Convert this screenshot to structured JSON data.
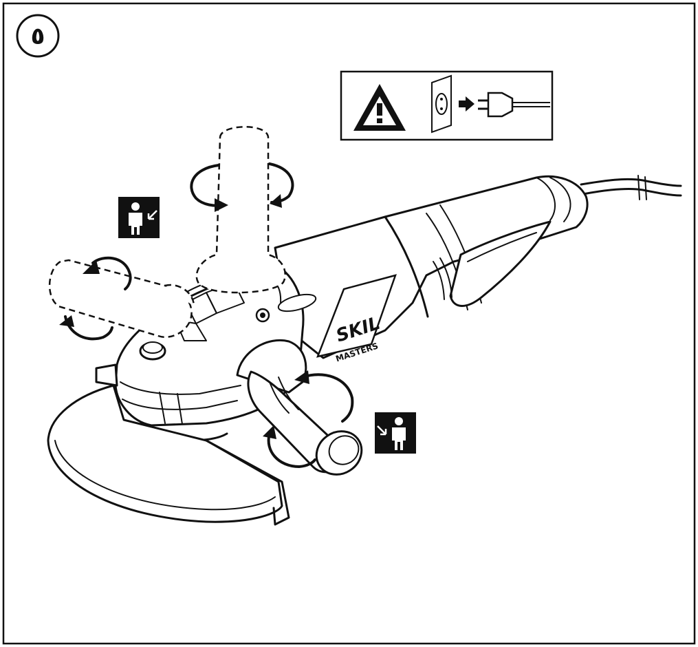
{
  "figure": {
    "step_number": "٥",
    "brand_logo": "SKIL",
    "brand_sub": "MASTERS"
  },
  "icons": {
    "warning": "warning-triangle-icon",
    "unplug": "unplug-from-socket-icon",
    "person_left": "person-left-hand-icon",
    "person_right": "person-right-hand-icon"
  }
}
